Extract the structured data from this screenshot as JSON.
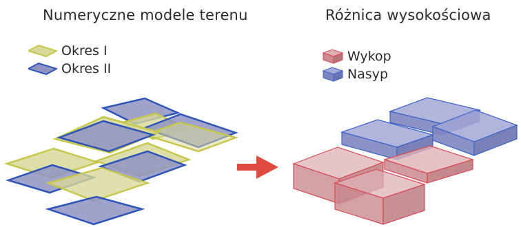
{
  "left_panel": {
    "title": "Numeryczne modele terenu",
    "legend": [
      {
        "label": "Okres I",
        "fill": "#d8d89a",
        "stroke": "#c7c74c"
      },
      {
        "label": "Okres II",
        "fill": "#8f93c2",
        "stroke": "#2f54b8"
      }
    ]
  },
  "right_panel": {
    "title": "Różnica wysokościowa",
    "legend": [
      {
        "label": "Wykop",
        "fill": "#c98a8f",
        "stroke": "#d94a55"
      },
      {
        "label": "Nasyp",
        "fill": "#7f86bf",
        "stroke": "#3d63c8"
      }
    ]
  },
  "arrow": {
    "color": "#e14b3f",
    "icon": "arrow-right-icon"
  }
}
